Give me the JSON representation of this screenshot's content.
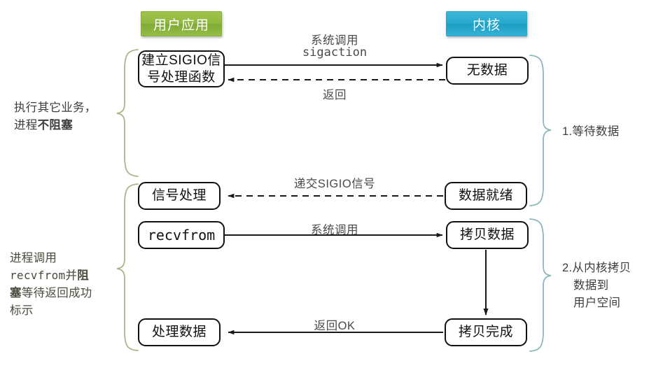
{
  "header": {
    "user_badge": "用户应用",
    "kernel_badge": "内核",
    "user_badge_color": "#8fb83f",
    "kernel_badge_color": "#25a8cd"
  },
  "nodes": {
    "sigio_handler": {
      "line1": "建立SIGIO信",
      "line2": "号处理函数"
    },
    "no_data": {
      "label": "无数据"
    },
    "signal_process": {
      "label": "信号处理"
    },
    "data_ready": {
      "label": "数据就绪"
    },
    "recvfrom": {
      "label": "recvfrom"
    },
    "copy_data": {
      "label": "拷贝数据"
    },
    "process_data": {
      "label": "处理数据"
    },
    "copy_done": {
      "label": "拷贝完成"
    }
  },
  "edges": {
    "syscall_sigaction_line1": "系统调用",
    "syscall_sigaction_line2": "sigaction",
    "return": "返回",
    "deliver_sigio": "递交SIGIO信号",
    "syscall": "系统调用",
    "return_ok": "返回OK"
  },
  "annotations": {
    "left_top": {
      "line1": "执行其它业务，",
      "line2_plain": "进程",
      "line2_bold": "不阻塞"
    },
    "left_bottom": {
      "line1": "进程调用",
      "line2_mono": "recvfrom",
      "line2_plain": "并",
      "line2_bold": "阻",
      "line3_bold": "塞",
      "line3_plain": "等待返回成功",
      "line4": "标示"
    },
    "right_top": {
      "label": "1.等待数据"
    },
    "right_bottom": {
      "line1": "2.从内核拷贝",
      "line2": "数据到",
      "line3": "用户空间"
    }
  },
  "colors": {
    "brace_left": "#b3b189",
    "brace_right": "#8fb5bd",
    "node_border": "#111111",
    "arrow": "#1a1a1a",
    "label_text": "#4a4a4a"
  }
}
